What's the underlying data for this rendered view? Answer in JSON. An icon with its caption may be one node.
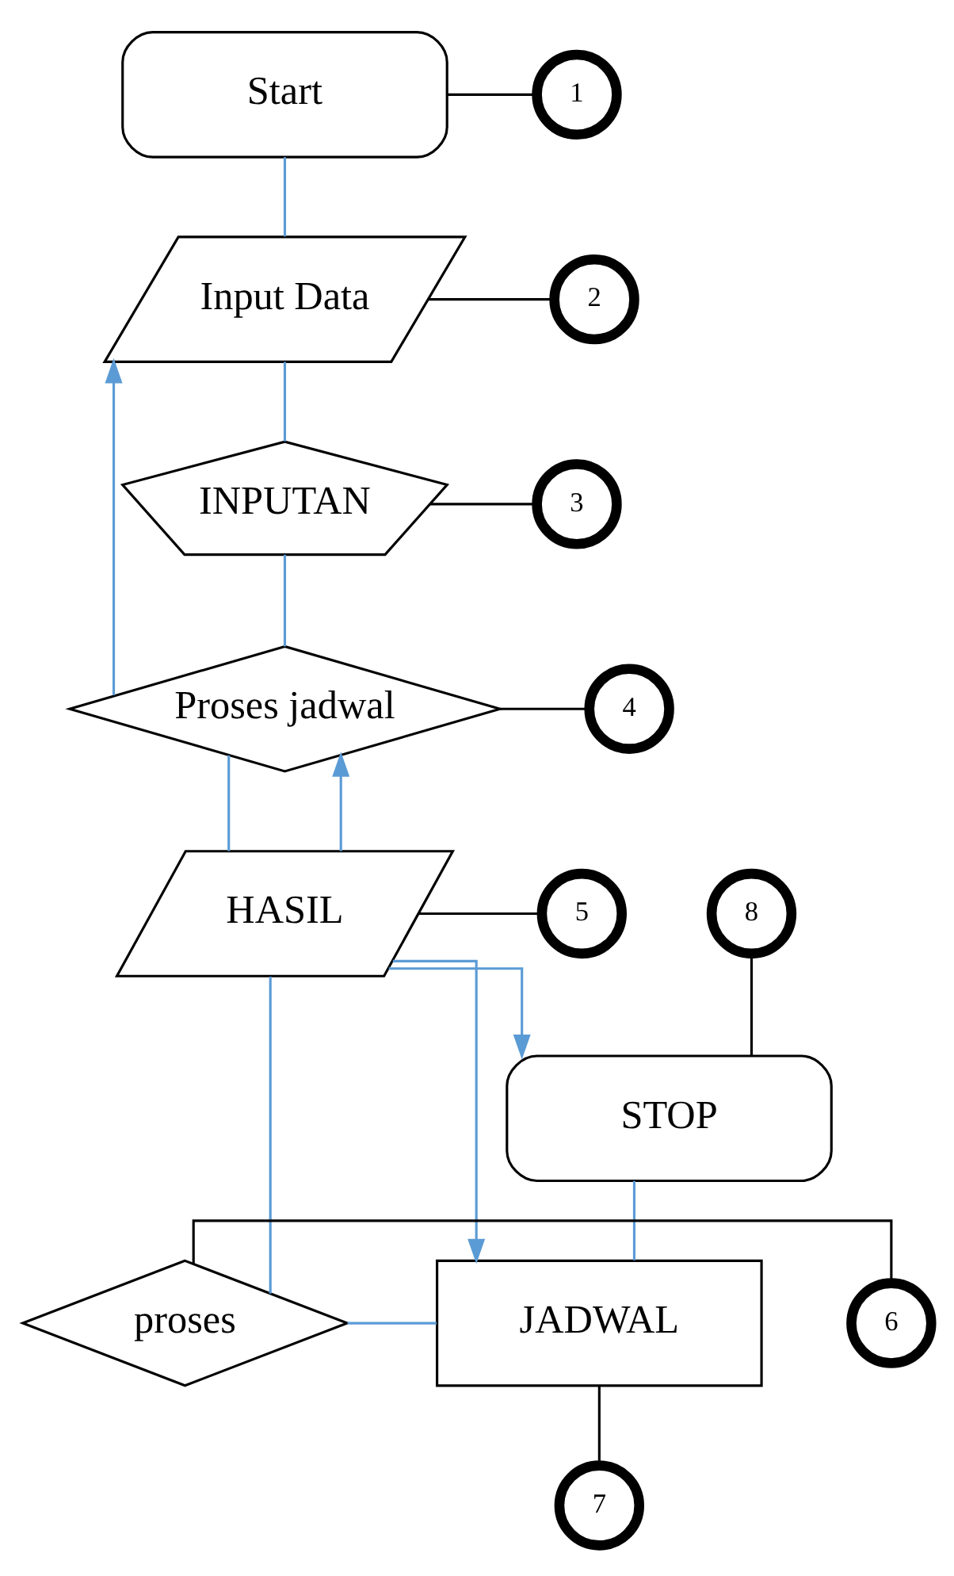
{
  "diagram": {
    "nodes": [
      {
        "text": [
          "Start"
        ]
      },
      {
        "text": [
          "1"
        ]
      },
      {
        "text": [
          "Input Data"
        ]
      },
      {
        "text": [
          "2"
        ]
      },
      {
        "text": [
          "INPUTAN"
        ]
      },
      {
        "text": [
          "3"
        ]
      },
      {
        "text": [
          "Proses jadwal"
        ]
      },
      {
        "text": [
          "4"
        ]
      },
      {
        "text": [
          "HASIL"
        ]
      },
      {
        "text": [
          "5"
        ]
      },
      {
        "text": [
          "STOP"
        ]
      },
      {
        "text": [
          "8"
        ]
      },
      {
        "text": [
          "proses"
        ]
      },
      {
        "text": [
          "6"
        ]
      },
      {
        "text": [
          "JADWAL"
        ]
      },
      {
        "text": [
          "7"
        ]
      }
    ],
    "edges": [
      {
        "from": 0,
        "to": 2,
        "arrow": "none"
      },
      {
        "from": 2,
        "to": 4,
        "arrow": "none"
      },
      {
        "from": 4,
        "to": 6,
        "arrow": "none"
      },
      {
        "from": 6,
        "to": 2,
        "arrow": "to"
      },
      {
        "from": 6,
        "to": 8,
        "arrow": "none"
      },
      {
        "from": 8,
        "to": 6,
        "arrow": "to"
      },
      {
        "from": 8,
        "to": 10,
        "arrow": "to"
      },
      {
        "from": 8,
        "to": 14,
        "arrow": "to"
      },
      {
        "from": 10,
        "to": 14,
        "arrow": "none"
      },
      {
        "from": 8,
        "to": 12,
        "arrow": "none"
      },
      {
        "from": 12,
        "to": 14,
        "arrow": "none"
      },
      {
        "from": 0,
        "to": 1,
        "arrow": "none",
        "color": "#000000"
      },
      {
        "from": 2,
        "to": 3,
        "arrow": "none",
        "color": "#000000"
      },
      {
        "from": 4,
        "to": 5,
        "arrow": "none",
        "color": "#000000"
      },
      {
        "from": 6,
        "to": 7,
        "arrow": "none",
        "color": "#000000"
      },
      {
        "from": 8,
        "to": 9,
        "arrow": "none",
        "color": "#000000"
      },
      {
        "from": 11,
        "to": 10,
        "arrow": "none",
        "color": "#000000"
      },
      {
        "from": 12,
        "to": 13,
        "arrow": "none",
        "color": "#000000"
      },
      {
        "from": 14,
        "to": 15,
        "arrow": "none",
        "color": "#000000"
      }
    ]
  }
}
